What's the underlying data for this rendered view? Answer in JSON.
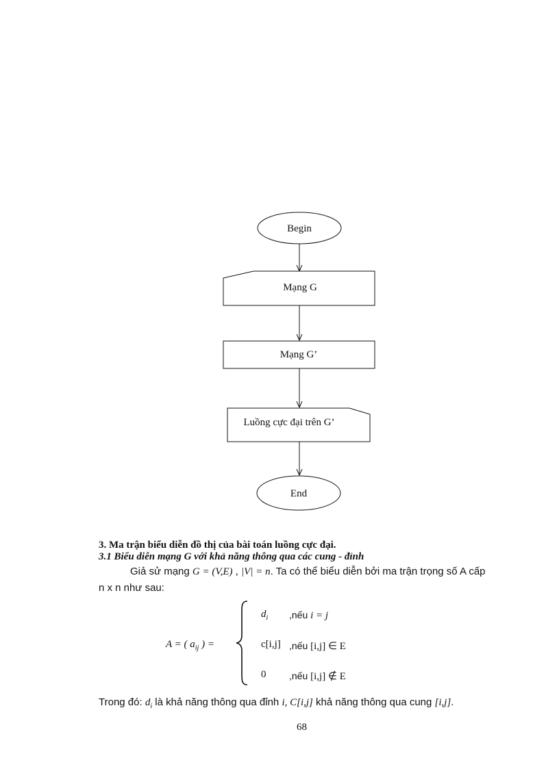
{
  "flowchart": {
    "begin": "Begin",
    "input_g": "Mạng G",
    "process_g2": "Mạng G’",
    "output_flow": "Luồng cực đại trên G’",
    "end": "End"
  },
  "section": {
    "heading": "3. Ma trận biểu diễn đồ thị của bài toán luồng cực đại.",
    "subheading": "3.1 Biểu diễn mạng G với khả năng thông qua các cung - đỉnh"
  },
  "paragraph1": {
    "prefix": "Giả sử mạng ",
    "formula": "G = (V,E)",
    "sep": " , ",
    "card": "|V| = n",
    "suffix": ". Ta có thể biểu diễn bởi ma trận trọng số A cấp",
    "line2": "n x n như sau:"
  },
  "equation": {
    "lhs": "A = ( a",
    "lhs_sub": "ij",
    "lhs_end": " )   =",
    "cases": [
      {
        "value": "d",
        "value_sub": "i",
        "cond_prefix": ",nếu ",
        "cond": "i = j"
      },
      {
        "value": "c[i,j]",
        "value_sub": "",
        "cond_prefix": ",nếu ",
        "cond": "[i,j] ∈ E"
      },
      {
        "value": "0",
        "value_sub": "",
        "cond_prefix": ",nếu ",
        "cond": "[i,j] ∉ E"
      }
    ]
  },
  "paragraph2": {
    "p1": "Trong đó: ",
    "d": "d",
    "d_sub": "i",
    "p2": " là khả năng thông qua đỉnh ",
    "i": "i, C[i,j]",
    "p3": " khả năng thông qua cung ",
    "ij": "[i,j]",
    "p4": "."
  },
  "page_number": "68"
}
